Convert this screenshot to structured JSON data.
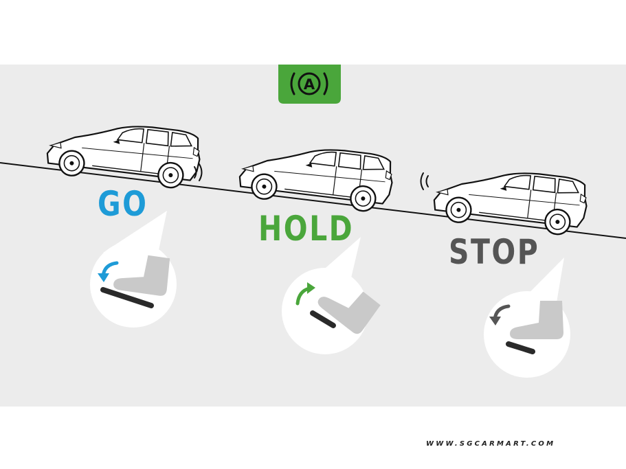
{
  "badge": {
    "icon": "auto-brake-hold-icon",
    "letter": "A",
    "color": "#4aa63b"
  },
  "stages": [
    {
      "label": "GO",
      "color": "#1e9bd7",
      "arrow": "counterclockwise",
      "pedal": "accelerator-pressed"
    },
    {
      "label": "HOLD",
      "color": "#4aa63b",
      "arrow": "clockwise",
      "pedal": "foot-lifted"
    },
    {
      "label": "STOP",
      "color": "#555555",
      "arrow": "counterclockwise",
      "pedal": "brake-pressed"
    }
  ],
  "website": "WWW.SGCARMART.COM",
  "colors": {
    "panel": "#ececec",
    "ground": "#111111",
    "foot": "#c9c9c9",
    "pedal": "#2a2a2a",
    "bubble": "#ffffff"
  }
}
